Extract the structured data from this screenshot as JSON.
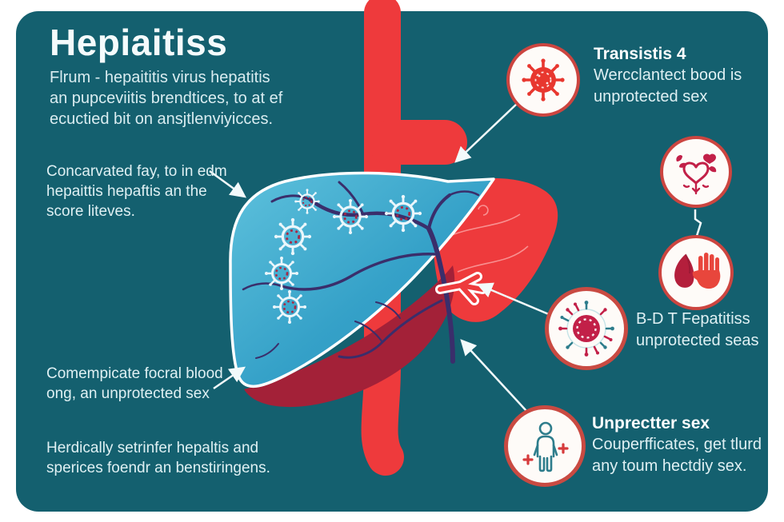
{
  "header": {
    "title": "Hepiaitiss",
    "subtitle": [
      "Flrum - hepaititis virus hepatitis",
      "an pupceviitis brendtices, to at ef",
      "ecuctied bit on ansjtlenviyicces."
    ]
  },
  "notes": {
    "liver": {
      "lines": [
        "Concarvated fay, to in edm",
        "hepaittis hepaftis an the",
        "score liteves."
      ]
    },
    "blood": {
      "lines": [
        "Comempicate focral blood",
        "ong, an unprotected sex"
      ]
    },
    "risk": {
      "lines": [
        "Herdically setrinfer hepaltis and",
        "sperices foendr an benstiringens."
      ]
    }
  },
  "callouts": {
    "transmission": {
      "title": "Transistis 4",
      "lines": [
        "Wercclantect bood is",
        "unprotected sex"
      ]
    },
    "hepatitis_types": {
      "lines": [
        "B-D T Fepatitiss",
        "unprotected seas"
      ]
    },
    "unprotected_sex": {
      "title": "Unprectter sex",
      "lines": [
        "Couperfficates, get tlurd",
        "any toum hectdiy sex."
      ]
    }
  },
  "icons": {
    "top_circle": "virus-icon",
    "heart_circle": "heart-care-icon",
    "liver_hand_circle": "liver-hand-icon",
    "mid_circle": "virus-icon",
    "person_circle": "person-icon"
  },
  "colors": {
    "background": "#14606F",
    "red": "#EE3A3C",
    "crimson": "#C22048",
    "circle_border": "#CC4540",
    "liver_blue": "#35A1C8",
    "vein_purple": "#3A2E6B",
    "maroon": "#A32138",
    "text": "#DFF0F3"
  }
}
